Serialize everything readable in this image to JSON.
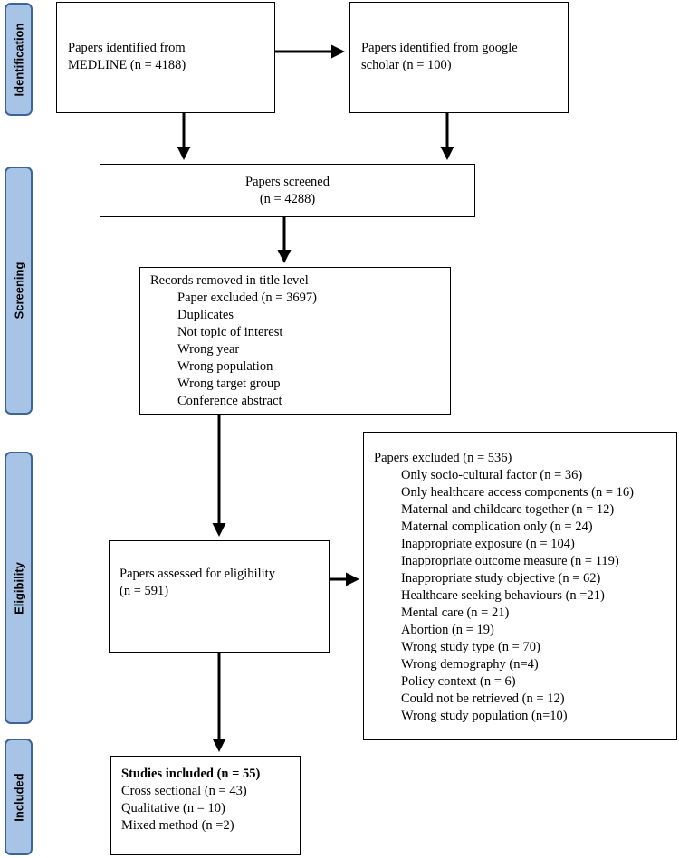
{
  "phases": [
    {
      "label": "Identification"
    },
    {
      "label": "Screening"
    },
    {
      "label": "Eligibility"
    },
    {
      "label": "Included"
    }
  ],
  "boxes": {
    "medline": {
      "lines": [
        "Papers identified from",
        "MEDLINE (n = 4188)"
      ]
    },
    "scholar": {
      "lines": [
        "Papers identified from google",
        "scholar (n = 100)"
      ]
    },
    "screened": {
      "lines": [
        "Papers screened",
        "(n = 4288)"
      ]
    },
    "title_level": {
      "heading": "Records removed in title level",
      "items": [
        "Paper excluded (n = 3697)",
        "Duplicates",
        "Not topic of interest",
        "Wrong year",
        "Wrong population",
        "Wrong target group",
        "Conference abstract"
      ]
    },
    "eligibility": {
      "lines": [
        "Papers assessed for eligibility",
        "(n = 591)"
      ]
    },
    "excluded": {
      "heading": "Papers excluded (n = 536)",
      "items": [
        "Only socio-cultural factor (n = 36)",
        "Only healthcare access components (n = 16)",
        "Maternal and childcare together (n = 12)",
        "Maternal complication only (n = 24)",
        "Inappropriate exposure (n = 104)",
        "Inappropriate outcome measure (n = 119)",
        "Inappropriate study objective (n = 62)",
        "Healthcare seeking behaviours (n =21)",
        "Mental care (n = 21)",
        "Abortion (n = 19)",
        "Wrong study type (n = 70)",
        "Wrong demography (n=4)",
        "Policy context (n = 6)",
        "Could not be retrieved  (n = 12)",
        "Wrong study population (n=10)"
      ]
    },
    "included": {
      "heading": "Studies included (n = 55)",
      "items": [
        "Cross sectional (n = 43)",
        "Qualitative (n = 10)",
        "Mixed method (n =2)"
      ]
    }
  }
}
